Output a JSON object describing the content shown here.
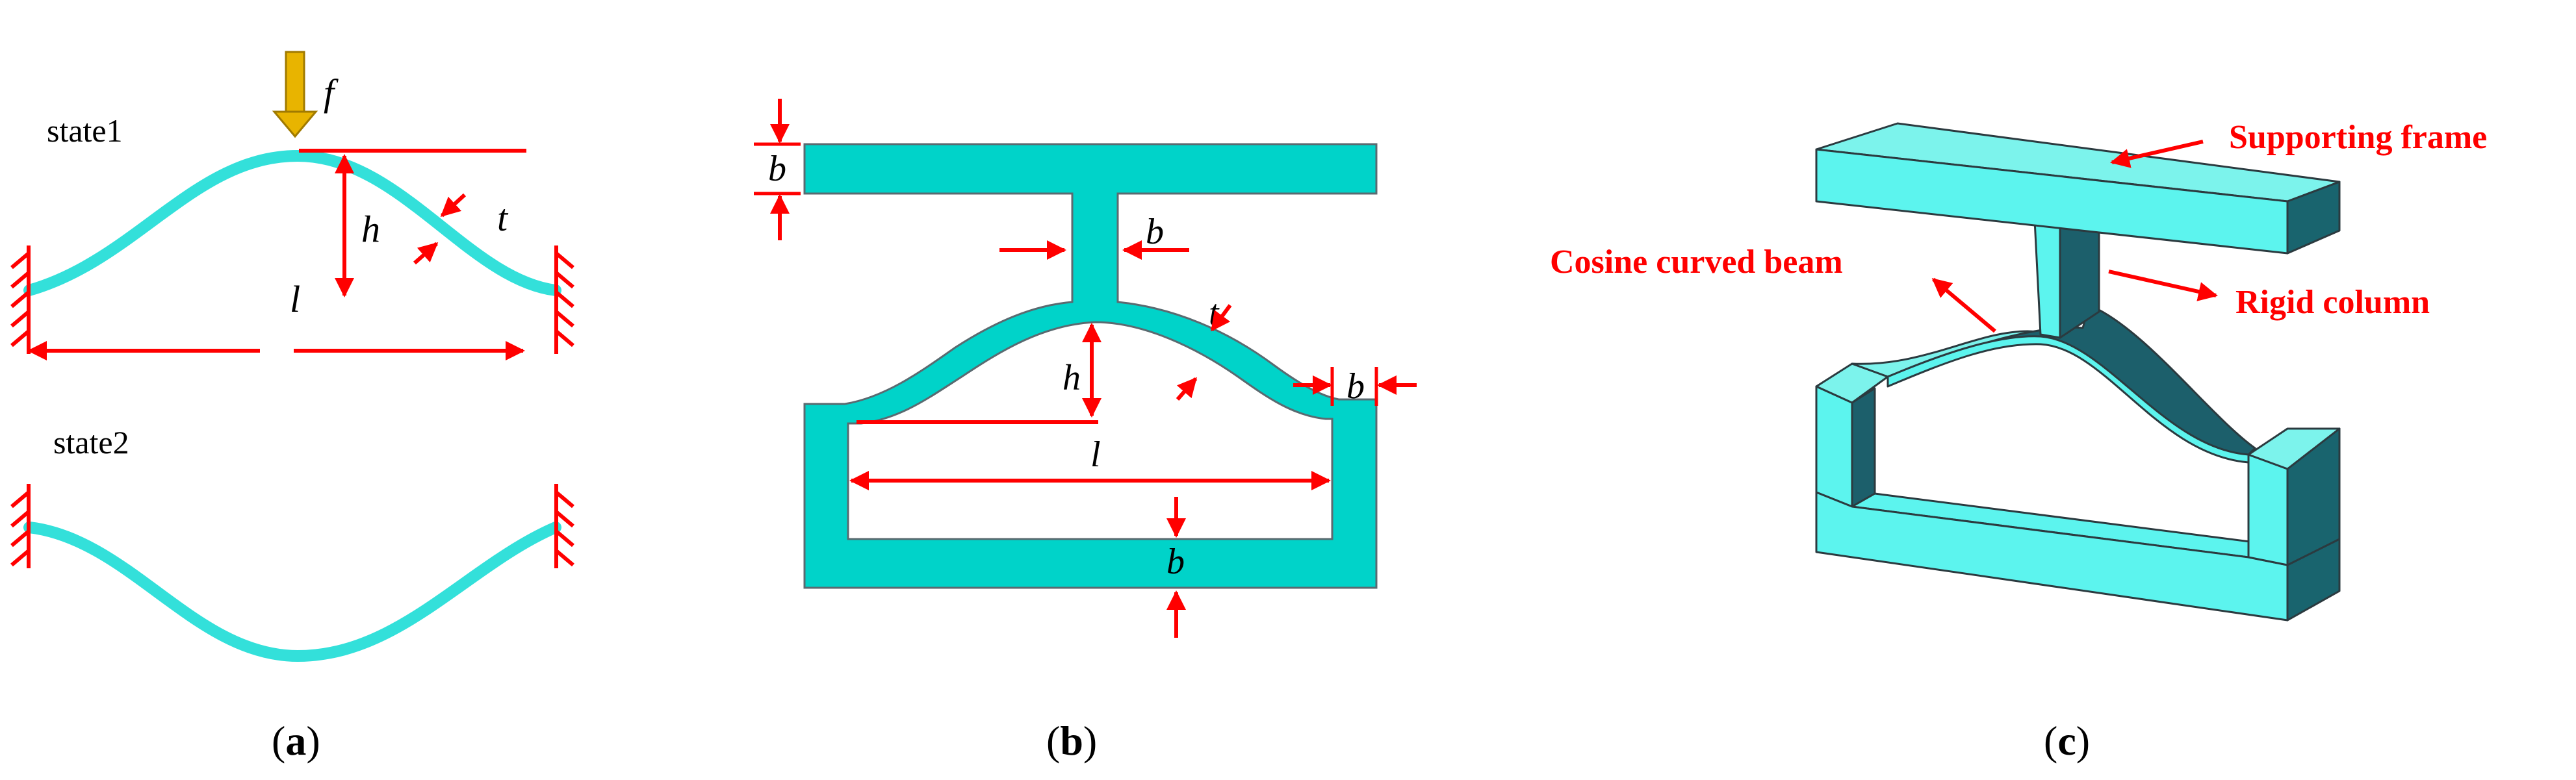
{
  "colors": {
    "beam": "#33e0da",
    "frame_fill": "#00d3c9",
    "frame_stroke": "#5a6a70",
    "dim": "#ff0000",
    "force_arrow": "#e8b400",
    "iso_top": "#7cf3ec",
    "iso_front": "#5cf4ee",
    "iso_dark": "#1c5f6b",
    "iso_side": "#19646e",
    "label_red": "#ff0000"
  },
  "panel_a": {
    "state1_label": "state1",
    "state2_label": "state2",
    "force_label": "f",
    "height_label": "h",
    "thickness_label": "t",
    "length_label": "l",
    "caption": {
      "open": "(",
      "letter": "a",
      "close": ")"
    }
  },
  "panel_b": {
    "b_top": "b",
    "b_column": "b",
    "b_side": "b",
    "b_bottom": "b",
    "height_label": "h",
    "thickness_label": "t",
    "length_label": "l",
    "caption": {
      "open": "(",
      "letter": "b",
      "close": ")"
    }
  },
  "panel_c": {
    "label_frame": "Supporting frame",
    "label_beam": "Cosine curved beam",
    "label_column": "Rigid column",
    "caption": {
      "open": "(",
      "letter": "c",
      "close": ")"
    }
  }
}
